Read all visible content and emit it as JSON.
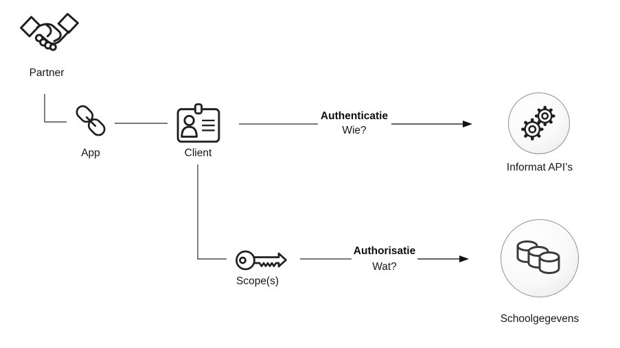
{
  "diagram": {
    "nodes": {
      "partner": {
        "label": "Partner",
        "icon": "handshake-icon"
      },
      "app": {
        "label": "App",
        "icon": "chain-link-icon"
      },
      "client": {
        "label": "Client",
        "icon": "id-badge-icon"
      },
      "scopes": {
        "label": "Scope(s)",
        "icon": "key-icon"
      },
      "informat_apis": {
        "label": "Informat API’s",
        "icon": "gears-icon",
        "shape": "circle"
      },
      "schoolgegevens": {
        "label": "Schoolgegevens",
        "icon": "database-icon",
        "shape": "circle"
      }
    },
    "edges": [
      {
        "from": "partner",
        "to": "app",
        "style": "elbow"
      },
      {
        "from": "app",
        "to": "client",
        "style": "line"
      },
      {
        "from": "client",
        "to": "informat_apis",
        "title": "Authenticatie",
        "subtitle": "Wie?",
        "arrow": true
      },
      {
        "from": "client",
        "to": "scopes",
        "style": "elbow"
      },
      {
        "from": "scopes",
        "to": "schoolgegevens",
        "title": "Authorisatie",
        "subtitle": "Wat?",
        "arrow": true
      }
    ],
    "colors": {
      "connector_line": "#4a4a4a",
      "arrow_head": "#111111",
      "icon_stroke": "#1f1f1f",
      "database_stroke": "#3a3a3a",
      "text": "#161616",
      "circle_border": "#8f8f8f",
      "circle_fill_edge": "#e8e8e8",
      "background": "#ffffff"
    }
  }
}
